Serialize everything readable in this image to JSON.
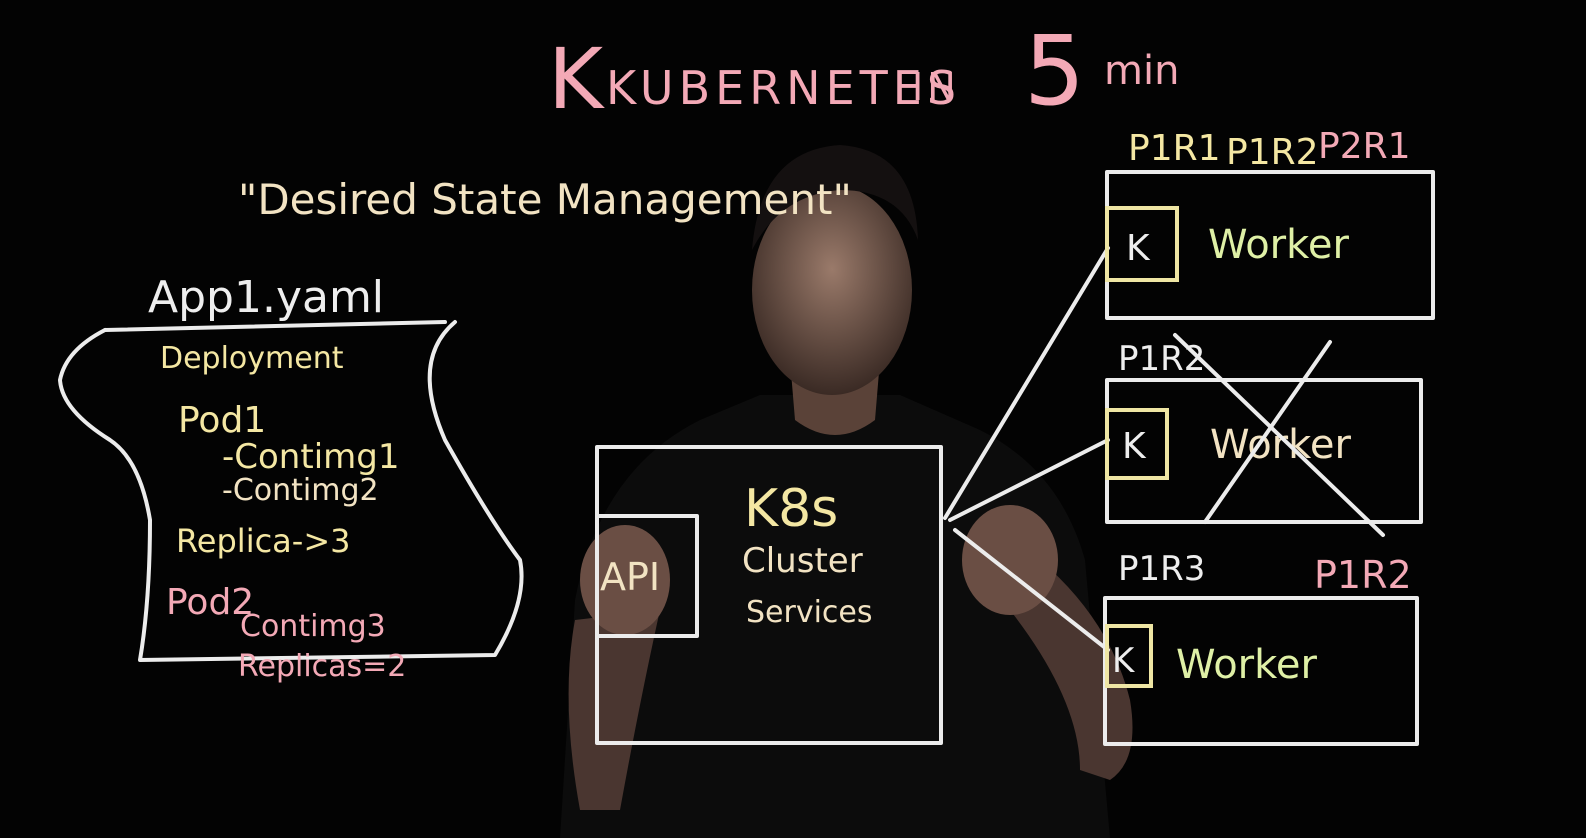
{
  "title": {
    "main": "KUBERNETES",
    "in": "IN",
    "number": "5",
    "unit": "min"
  },
  "subtitle": "\"Desired State Management\"",
  "yaml": {
    "filename": "App1.yaml",
    "lines": {
      "deployment": "Deployment",
      "pod1": "Pod1",
      "container1": "-Contimg1",
      "container2": "-Contimg2",
      "replica1": "Replica->3",
      "pod2": "Pod2",
      "container3": "Contimg3",
      "replica2": "Replicas=2"
    }
  },
  "cluster": {
    "api_label": "API",
    "name": "K8s",
    "line1": "Cluster",
    "line2": "Services"
  },
  "nodes": {
    "top_labels": {
      "a": "P1R1",
      "b": "P1R2",
      "c": "P2R1"
    },
    "node1": {
      "k": "K",
      "label": "Worker"
    },
    "node2_label_above": "P1R2",
    "node2": {
      "k": "K",
      "label": "Worker"
    },
    "node3_labels": {
      "left": "P1R3",
      "right": "P1R2"
    },
    "node3": {
      "k": "K",
      "label": "Worker"
    }
  },
  "colors": {
    "background": "#030303",
    "pink": "#f3a9b6",
    "cream": "#f2e3c3",
    "chalk_white": "#ececec",
    "green": "#dff0a6"
  }
}
